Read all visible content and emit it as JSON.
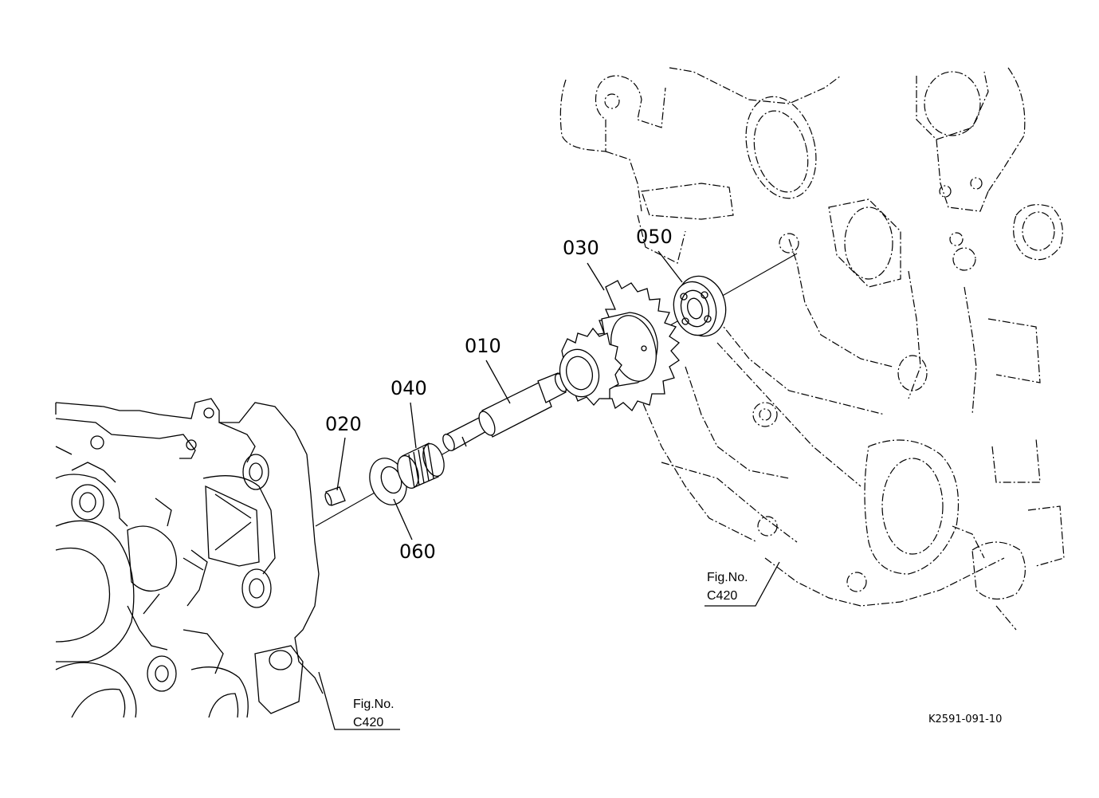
{
  "parts": [
    {
      "id": "010",
      "name": "shaft"
    },
    {
      "id": "020",
      "name": "pin"
    },
    {
      "id": "030",
      "name": "gear"
    },
    {
      "id": "040",
      "name": "needle-bearing"
    },
    {
      "id": "050",
      "name": "ball-bearing"
    },
    {
      "id": "060",
      "name": "washer"
    }
  ],
  "references": [
    {
      "fig_label": "Fig.No.",
      "fig_code": "C420"
    },
    {
      "fig_label": "Fig.No.",
      "fig_code": "C420"
    }
  ],
  "drawing_code": "K2591-091-10",
  "colors": {
    "line": "#000000",
    "background": "#ffffff"
  }
}
